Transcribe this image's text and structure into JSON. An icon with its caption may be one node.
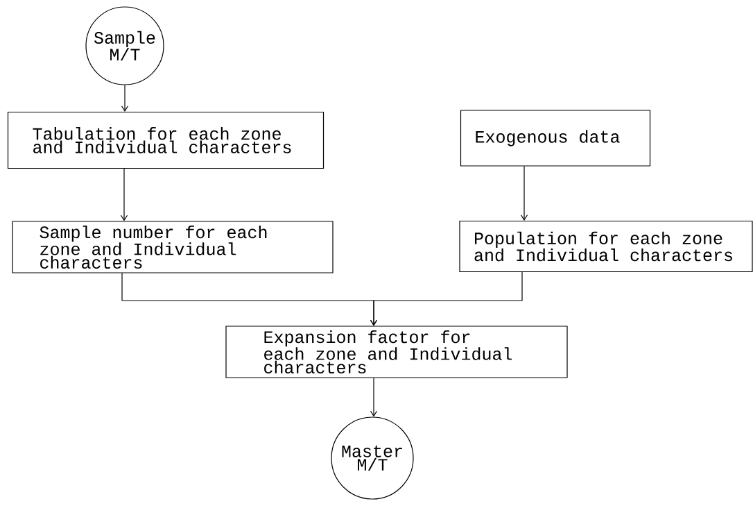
{
  "diagram": {
    "nodes": [
      {
        "text": [
          "Sample M/T"
        ]
      },
      {
        "text": [
          "Tabulation for each zone and Individual characters"
        ]
      },
      {
        "text": [
          "Exogenous data"
        ]
      },
      {
        "text": [
          "Sample number for each zone and Individual characters"
        ]
      },
      {
        "text": [
          "Population for each zone and Individual characters"
        ]
      },
      {
        "text": [
          "Expansion factor for each zone and Individual characters"
        ]
      },
      {
        "text": [
          "Master M/T"
        ]
      }
    ],
    "edges": [
      {
        "from": 0,
        "to": 1,
        "arrow": "to"
      },
      {
        "from": 1,
        "to": 3,
        "arrow": "to"
      },
      {
        "from": 2,
        "to": 4,
        "arrow": "to"
      },
      {
        "from": 3,
        "to": 5,
        "arrow": "to"
      },
      {
        "from": 4,
        "to": 5,
        "arrow": "to"
      },
      {
        "from": 5,
        "to": 6,
        "arrow": "to"
      }
    ]
  }
}
